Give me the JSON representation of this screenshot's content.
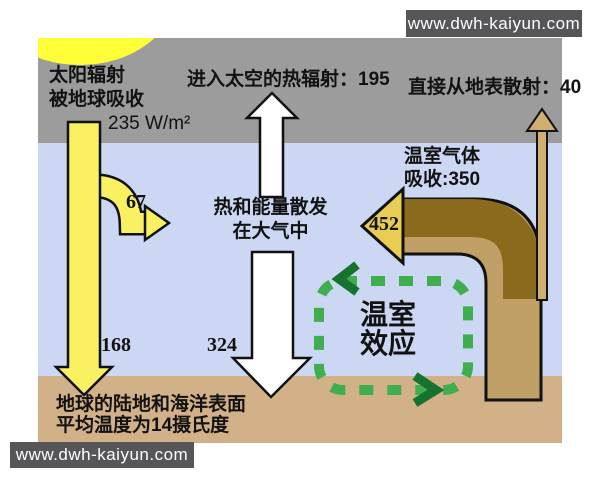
{
  "watermarks": {
    "top": "www.dwh-kaiyun.com",
    "bottom": "www.dwh-kaiyun.com"
  },
  "labels": {
    "solar_line1": "太阳辐射",
    "solar_line2": "被地球吸收",
    "solar_flux": "235 W/m²",
    "to_space": "进入太空的热辐射：195",
    "direct_from_surface": "直接从地表散射：40",
    "ghg_line1": "温室气体",
    "ghg_line2": "吸收:350",
    "heat_line1": "热和能量散发",
    "heat_line2": "在大气中",
    "greenhouse_line1": "温室",
    "greenhouse_line2": "效应",
    "surface_line1": "地球的陆地和海洋表面",
    "surface_line2": "平均温度为14摄氏度"
  },
  "values": {
    "reflected_branch": "67",
    "absorbed_by_surface": "168",
    "back_radiation": "324",
    "absorbed_by_ghg": "452"
  },
  "colors": {
    "space_band": "#9c9c9c",
    "atmosphere_band": "#ccd7f3",
    "ground_band": "#d2b088",
    "sun_yellow": "#ffff38",
    "solar_arrow_yellow": "#f9f161",
    "ghg_arrowhead_gold": "#e8cd52",
    "ghg_band_light": "#c0a066",
    "ghg_band_dark": "#8a6a1d",
    "surface_emission_tan": "#cfae72",
    "greenhouse_dash_green": "#3fae4e",
    "greenhouse_chevron_green": "#15732e",
    "watermark_bg": "#565659"
  }
}
